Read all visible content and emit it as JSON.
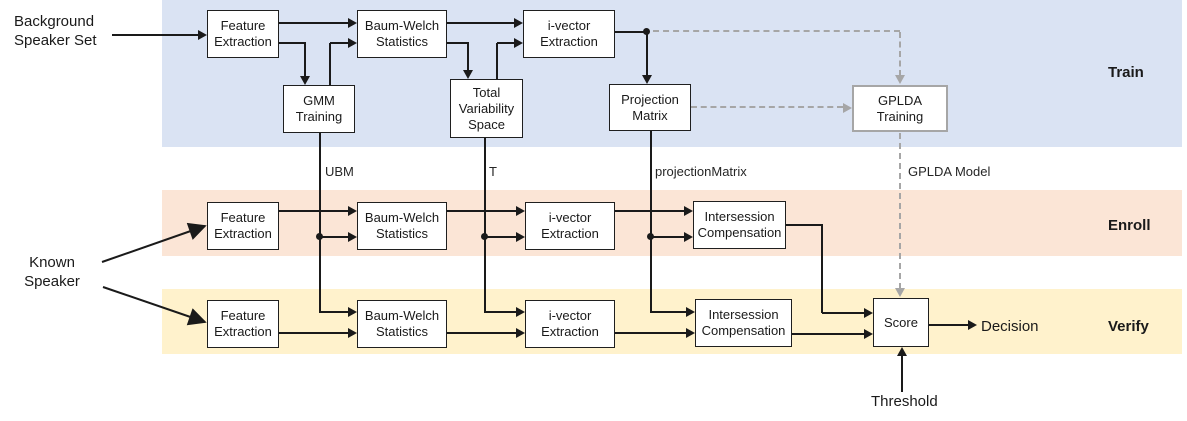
{
  "diagram": {
    "lanes": {
      "train": {
        "label": "Train",
        "color": "#dae3f3"
      },
      "enroll": {
        "label": "Enroll",
        "color": "#fbe5d6"
      },
      "verify": {
        "label": "Verify",
        "color": "#fff2cc"
      }
    },
    "nodes": {
      "train_feature_extraction": {
        "label": "Feature Extraction"
      },
      "train_baum_welch": {
        "label": "Baum-Welch Statistics"
      },
      "train_ivector": {
        "label": "i-vector Extraction"
      },
      "train_gmm_training": {
        "label": "GMM Training"
      },
      "train_total_variability": {
        "label": "Total Variability Space"
      },
      "train_projection_matrix": {
        "label": "Projection Matrix"
      },
      "train_gplda_training": {
        "label": "GPLDA Training"
      },
      "enroll_feature_extraction": {
        "label": "Feature Extraction"
      },
      "enroll_baum_welch": {
        "label": "Baum-Welch Statistics"
      },
      "enroll_ivector": {
        "label": "i-vector Extraction"
      },
      "enroll_intersession": {
        "label": "Intersession Compensation"
      },
      "verify_feature_extraction": {
        "label": "Feature Extraction"
      },
      "verify_baum_welch": {
        "label": "Baum-Welch Statistics"
      },
      "verify_ivector": {
        "label": "i-vector Extraction"
      },
      "verify_intersession": {
        "label": "Intersession Compensation"
      },
      "verify_score": {
        "label": "Score"
      }
    },
    "edge_labels": {
      "ubm": "UBM",
      "t": "T",
      "projection_matrix": "projectionMatrix",
      "gplda_model": "GPLDA Model"
    },
    "io": {
      "background_speaker_set": "Background Speaker Set",
      "known_speaker": "Known Speaker",
      "decision": "Decision",
      "threshold": "Threshold"
    },
    "colors": {
      "solid_line": "#1a1a1a",
      "dashed_line": "#a6a6a6",
      "box_border": "#1f1f1f",
      "box_fill": "#ffffff"
    }
  }
}
